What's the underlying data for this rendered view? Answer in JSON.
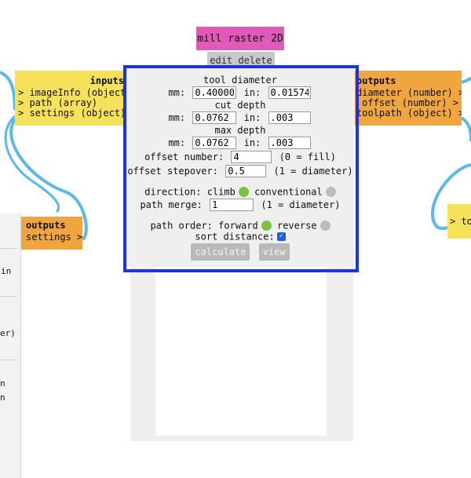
{
  "module": {
    "title": "mill raster 2D",
    "edit_label": "edit",
    "delete_label": "delete"
  },
  "inputs": {
    "header": "inputs",
    "ports": [
      "> imageInfo (object)",
      "> path (array)",
      "> settings (object)"
    ]
  },
  "outputs_right": {
    "header": "outputs",
    "ports": [
      "diameter (number) >",
      "offset (number) >",
      "toolpath (object) >"
    ]
  },
  "outputs_left": {
    "header": "outputs",
    "port": "settings >"
  },
  "to_box": {
    "label": "> to"
  },
  "left_panel": {
    "fragments": [
      "in",
      "er)",
      "n",
      "n"
    ]
  },
  "form": {
    "tool_diameter": {
      "label": "tool diameter",
      "mm_label": "mm:",
      "mm_value": "0.40000",
      "in_label": "in:",
      "in_value": "0.01574"
    },
    "cut_depth": {
      "label": "cut depth",
      "mm_label": "mm:",
      "mm_value": "0.0762",
      "in_label": "in:",
      "in_value": ".003"
    },
    "max_depth": {
      "label": "max depth",
      "mm_label": "mm:",
      "mm_value": "0.0762",
      "in_label": "in:",
      "in_value": ".003"
    },
    "offset_number": {
      "label": "offset number:",
      "value": "4",
      "hint": "(0 = fill)"
    },
    "offset_stepover": {
      "label": "offset stepover:",
      "value": "0.5",
      "hint": "(1 = diameter)"
    },
    "direction": {
      "label": "direction:",
      "option_a": "climb",
      "option_b": "conventional",
      "selected": "climb"
    },
    "path_merge": {
      "label": "path merge:",
      "value": "1",
      "hint": "(1 = diameter)"
    },
    "path_order": {
      "label": "path order:",
      "option_a": "forward",
      "option_b": "reverse",
      "selected": "forward"
    },
    "sort_distance": {
      "label": "sort distance:",
      "checked": true
    },
    "calculate_label": "calculate",
    "view_label": "view"
  },
  "colors": {
    "module_title": "#e05ab8",
    "inputs": "#f6e15a",
    "outputs": "#f0a640",
    "selection_outline": "#1733f0",
    "wire": "#5bb8e8",
    "radio_on": "#7cc242",
    "radio_off": "#bdbdbd"
  }
}
